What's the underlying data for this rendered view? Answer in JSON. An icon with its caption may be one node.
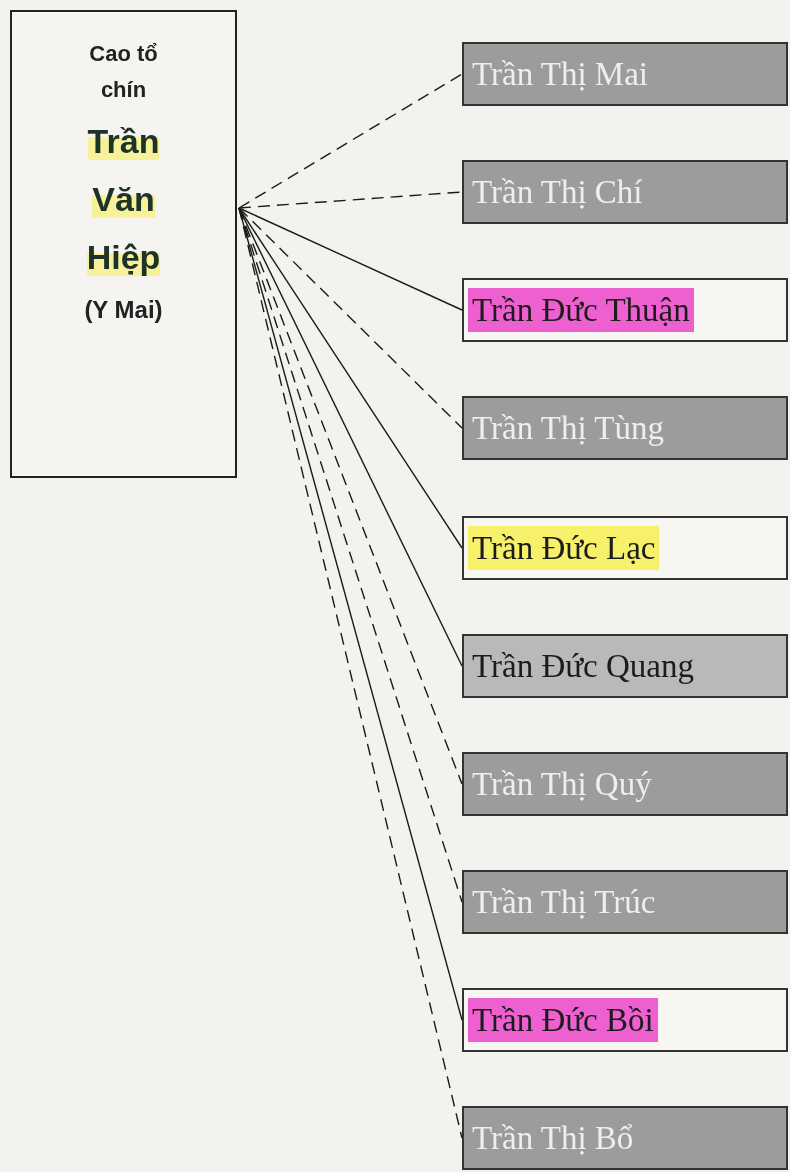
{
  "diagram": {
    "nodes": [
      {
        "text": [
          "Cao tổ chín",
          "Trần Văn Hiệp",
          "(Y Mai)"
        ]
      },
      {
        "text": [
          "Trần Thị Mai"
        ]
      },
      {
        "text": [
          "Trần Thị Chí"
        ]
      },
      {
        "text": [
          "Trần Đức Thuận"
        ]
      },
      {
        "text": [
          "Trần Thị Tùng"
        ]
      },
      {
        "text": [
          "Trần Đức Lạc"
        ]
      },
      {
        "text": [
          "Trần Đức Quang"
        ]
      },
      {
        "text": [
          "Trần Thị Quý"
        ]
      },
      {
        "text": [
          "Trần Thị Trúc"
        ]
      },
      {
        "text": [
          "Trần Đức Bồi"
        ]
      },
      {
        "text": [
          "Trần Thị Bổ"
        ]
      }
    ],
    "edges": [
      {
        "from": 0,
        "to": 1,
        "arrow": "none",
        "style": "dashed"
      },
      {
        "from": 0,
        "to": 2,
        "arrow": "none",
        "style": "dashed"
      },
      {
        "from": 0,
        "to": 3,
        "arrow": "none"
      },
      {
        "from": 0,
        "to": 4,
        "arrow": "none",
        "style": "dashed"
      },
      {
        "from": 0,
        "to": 5,
        "arrow": "none"
      },
      {
        "from": 0,
        "to": 6,
        "arrow": "none"
      },
      {
        "from": 0,
        "to": 7,
        "arrow": "none",
        "style": "dashed"
      },
      {
        "from": 0,
        "to": 8,
        "arrow": "none",
        "style": "dashed"
      },
      {
        "from": 0,
        "to": 9,
        "arrow": "none"
      },
      {
        "from": 0,
        "to": 10,
        "arrow": "none",
        "style": "dashed"
      }
    ]
  }
}
